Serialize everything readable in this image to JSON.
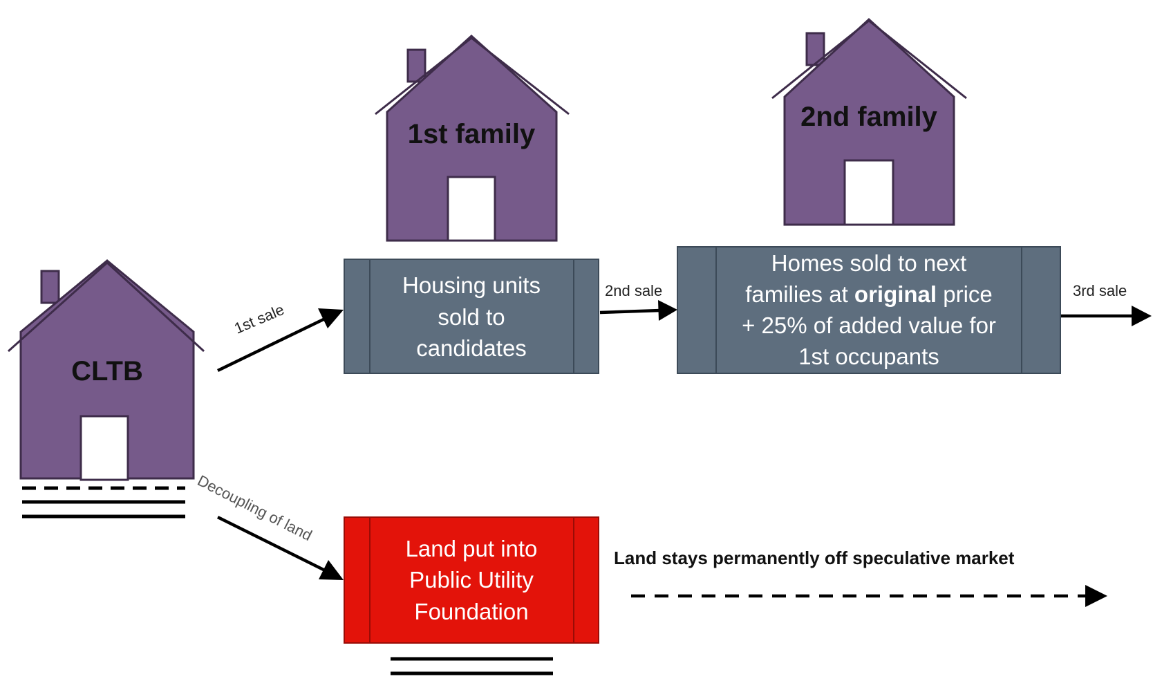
{
  "houses": {
    "cltb": "CLTB",
    "first_family": "1st family",
    "second_family": "2nd family"
  },
  "boxes": {
    "housing_units": [
      "Housing units",
      "sold to",
      "candidates"
    ],
    "homes_sold": {
      "line1": "Homes sold to next",
      "line2_pre": "families at ",
      "line2_bold": "original",
      "line2_post": " price",
      "line3": "+ 25% of added value for",
      "line4": "1st occupants"
    },
    "land_foundation": [
      "Land put into",
      "Public Utility",
      "Foundation"
    ]
  },
  "edges": {
    "first_sale": "1st sale",
    "second_sale": "2nd sale",
    "third_sale": "3rd sale",
    "decoupling": "Decoupling of land"
  },
  "note": "Land stays permanently off speculative market",
  "colors": {
    "house": "#765a8a",
    "process_box": "#5e6e7e",
    "land_box": "#e3130a"
  }
}
